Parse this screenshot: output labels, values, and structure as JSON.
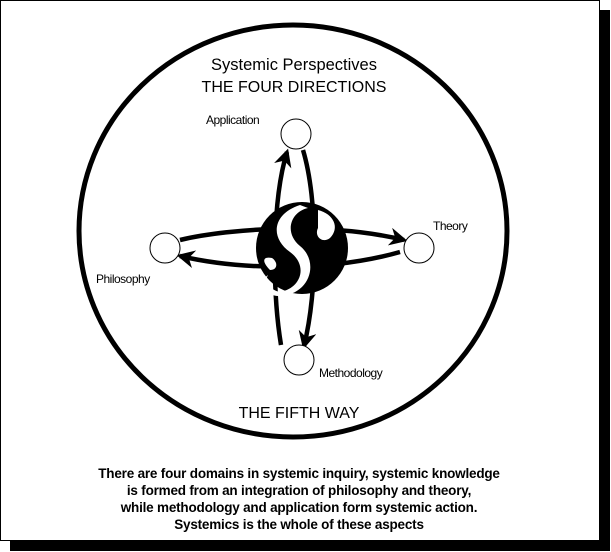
{
  "diagram": {
    "title": "Systemic Perspectives",
    "subtitle": "THE FOUR DIRECTIONS",
    "bottom_label": "THE FIFTH WAY",
    "center_symbol": "yin-yang-s-logo",
    "nodes": [
      {
        "id": "application",
        "label": "Application",
        "direction": "north"
      },
      {
        "id": "theory",
        "label": "Theory",
        "direction": "east"
      },
      {
        "id": "methodology",
        "label": "Methodology",
        "direction": "south"
      },
      {
        "id": "philosophy",
        "label": "Philosophy",
        "direction": "west"
      }
    ],
    "edges": [
      {
        "from": "center",
        "to": "application"
      },
      {
        "from": "center",
        "to": "theory"
      },
      {
        "from": "center",
        "to": "methodology"
      },
      {
        "from": "center",
        "to": "philosophy"
      }
    ]
  },
  "caption": {
    "lines": [
      "There are four domains in systemic inquiry, systemic knowledge",
      "is formed from an integration of philosophy and theory,",
      "while methodology and application form systemic action.",
      "Systemics is the whole of these aspects"
    ]
  }
}
